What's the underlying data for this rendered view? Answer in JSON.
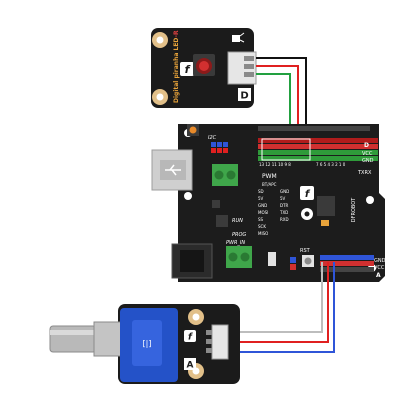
{
  "led_module": {
    "label": "Digital piranha LED",
    "suffix": "-R",
    "logo": "f",
    "letter": "D"
  },
  "board": {
    "i2c": "I2C",
    "pwm": "PWM",
    "brand": "DFROBOT",
    "bt_apc": "BT/APC",
    "serial_pins": [
      "GND",
      "5V",
      "DTR",
      "TXD",
      "RXD"
    ],
    "icsp_pins": [
      "SD",
      "5V",
      "GND",
      "MOSI",
      "SS",
      "SCK",
      "MISO"
    ],
    "run": "RUN",
    "prog": "PROG",
    "pwr_in": "PWR_IN",
    "rst": "RST",
    "digital_letter": "D",
    "analog_letter": "A",
    "vcc": "VCC",
    "gnd": "GND",
    "txrx": "TXRX",
    "pins_right": [
      "7",
      "6",
      "5",
      "4",
      "3",
      "2",
      "1",
      "0"
    ]
  },
  "pot_module": {
    "letter": "A",
    "logo": "f"
  }
}
